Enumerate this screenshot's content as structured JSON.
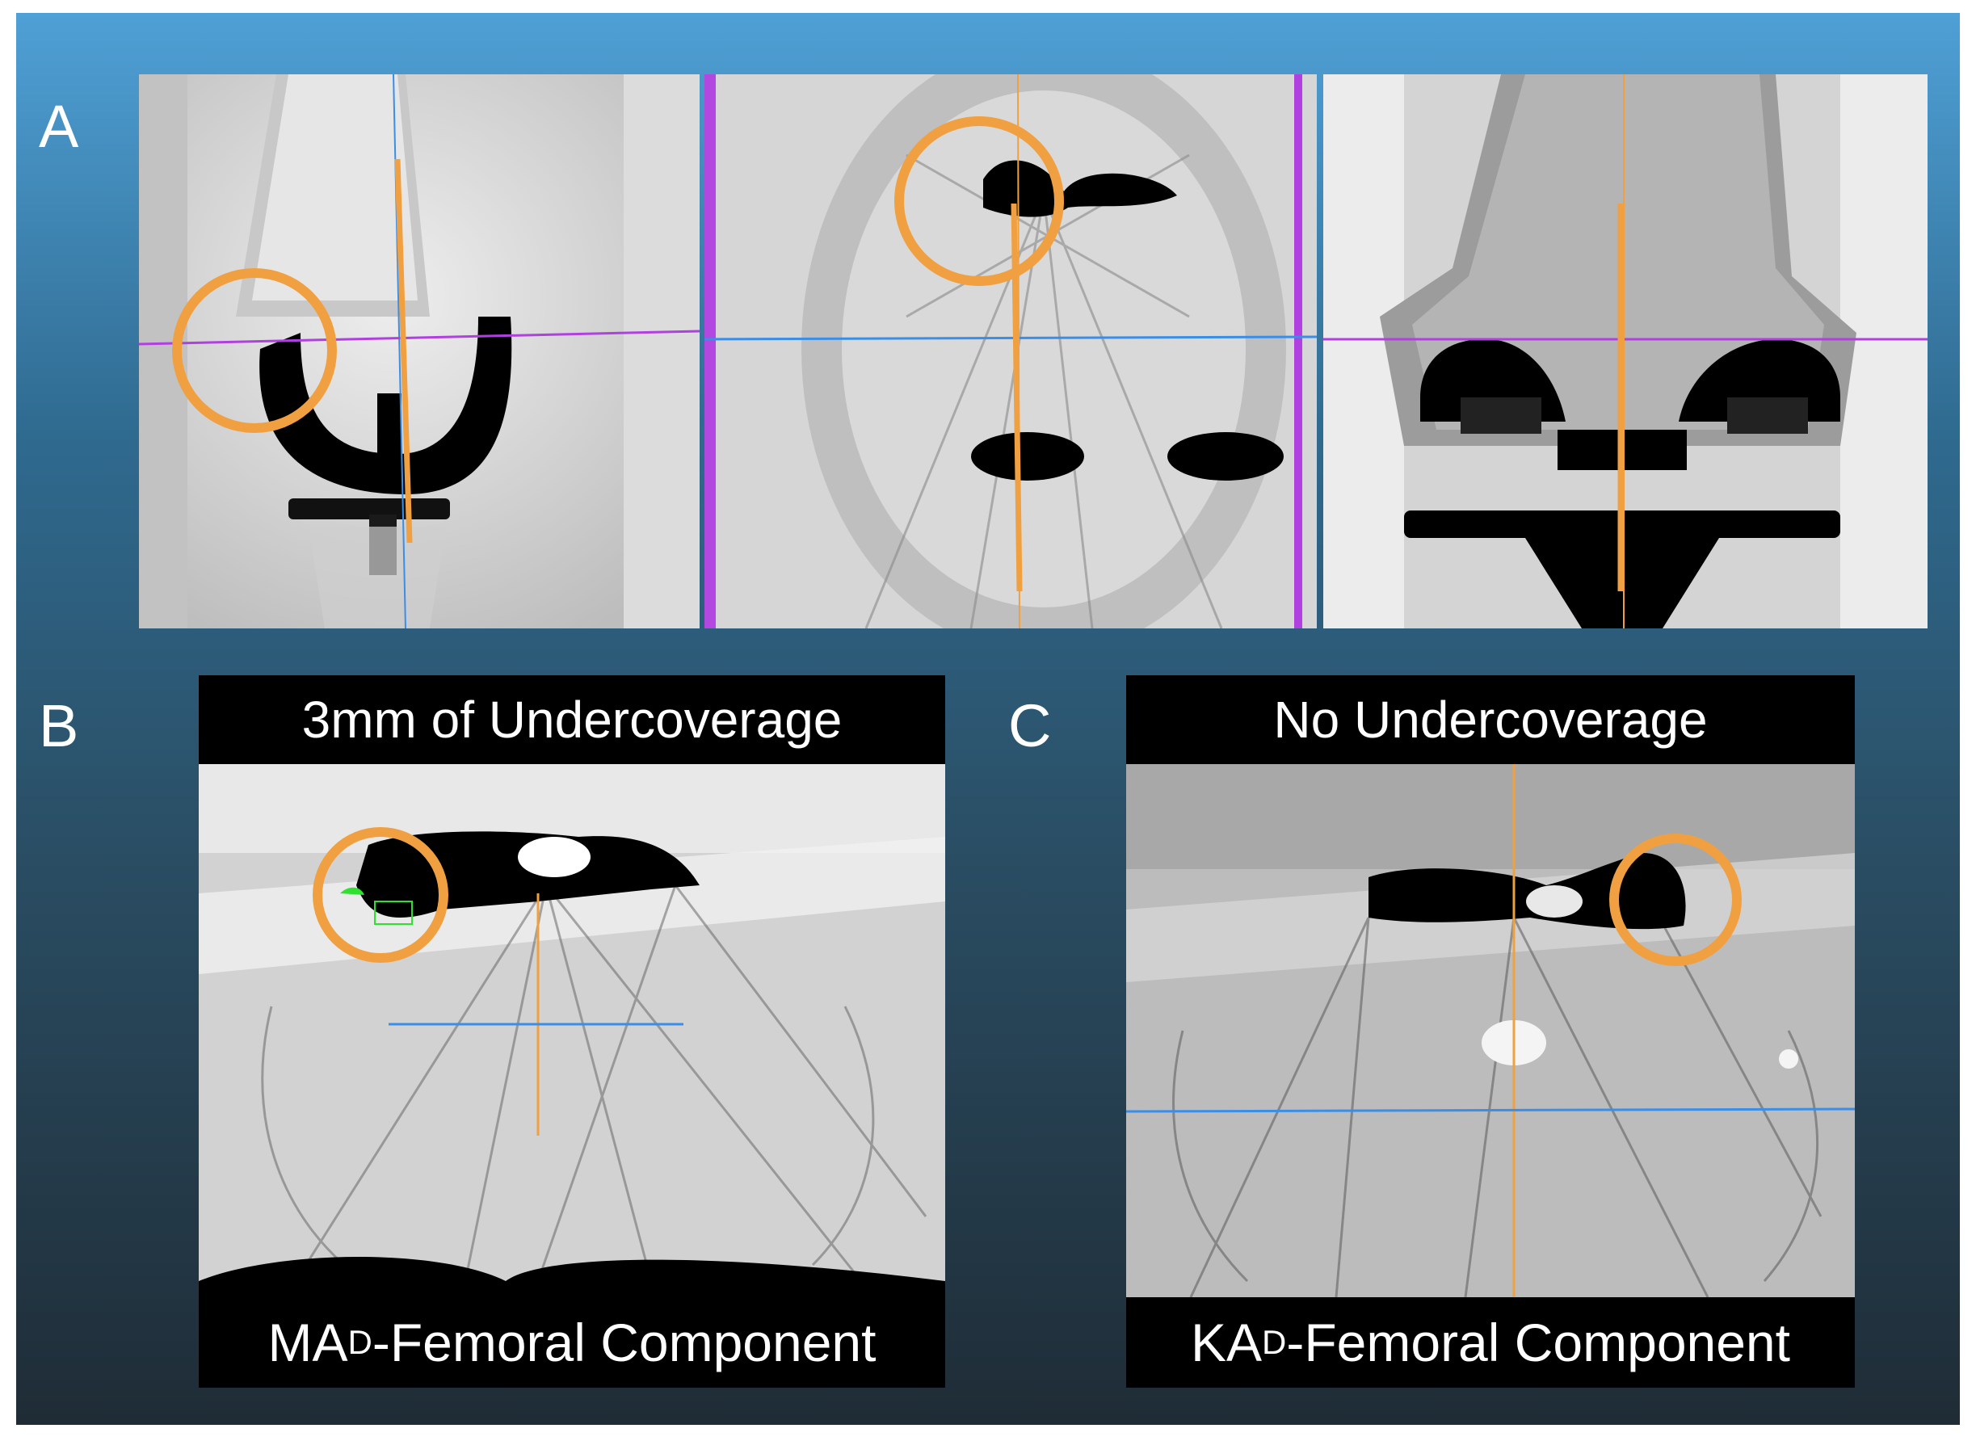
{
  "panels": {
    "a": {
      "letter": "A"
    },
    "b": {
      "letter": "B",
      "top_caption": "3mm of Undercoverage",
      "bottom_caption": {
        "prefix": "MA",
        "subscript": "D",
        "suffix": "-Femoral Component"
      }
    },
    "c": {
      "letter": "C",
      "top_caption": "No Undercoverage",
      "bottom_caption": {
        "prefix": "KA",
        "subscript": "D",
        "suffix": "-Femoral Component"
      }
    }
  },
  "colors": {
    "circle_marker": "#f0a040",
    "orange_axis": "#f0a040",
    "blue_axis": "#3a8ee8",
    "purple_axis": "#b040e0",
    "background_top": "#4fa0d6",
    "background_bottom": "#1f2c36"
  }
}
